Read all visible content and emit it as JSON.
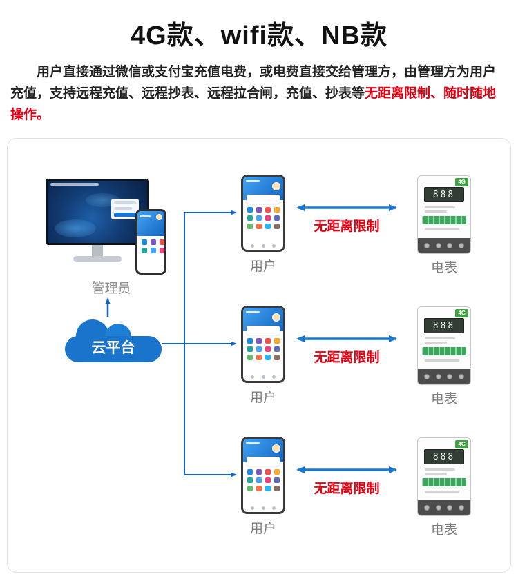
{
  "header": {
    "title": "4G款、wifi款、NB款",
    "desc_black": "用户直接通过微信或支付宝充值电费，或电费直接交给管理方，由管理方为用户充值，支持远程充值、远程抄表、远程拉合闸，充值、抄表等",
    "desc_red": "无距离限制、随时随地操作。"
  },
  "diagram": {
    "admin_label": "管理员",
    "cloud_label": "云平台",
    "meter": {
      "badge": "4G",
      "lcd_value": "888"
    },
    "rows": [
      {
        "user_label": "用户",
        "link_label": "无距离限制",
        "meter_label": "电表"
      },
      {
        "user_label": "用户",
        "link_label": "无距离限制",
        "meter_label": "电表"
      },
      {
        "user_label": "用户",
        "link_label": "无距离限制",
        "meter_label": "电表"
      }
    ]
  },
  "colors": {
    "accent_blue": "#1565c0",
    "arrow_blue": "#1976d2",
    "highlight_red": "#e60012",
    "cloud_blue": "#1b74cb",
    "meter_green": "#3aa85c",
    "app_icon_palette": [
      "#1e88e5",
      "#7e57c2",
      "#ef5350",
      "#ffa726",
      "#26a69a",
      "#42a5f5",
      "#ec407a",
      "#5c6bc0",
      "#66bb6a",
      "#ff7043",
      "#29b6f6",
      "#8d6e63"
    ]
  }
}
